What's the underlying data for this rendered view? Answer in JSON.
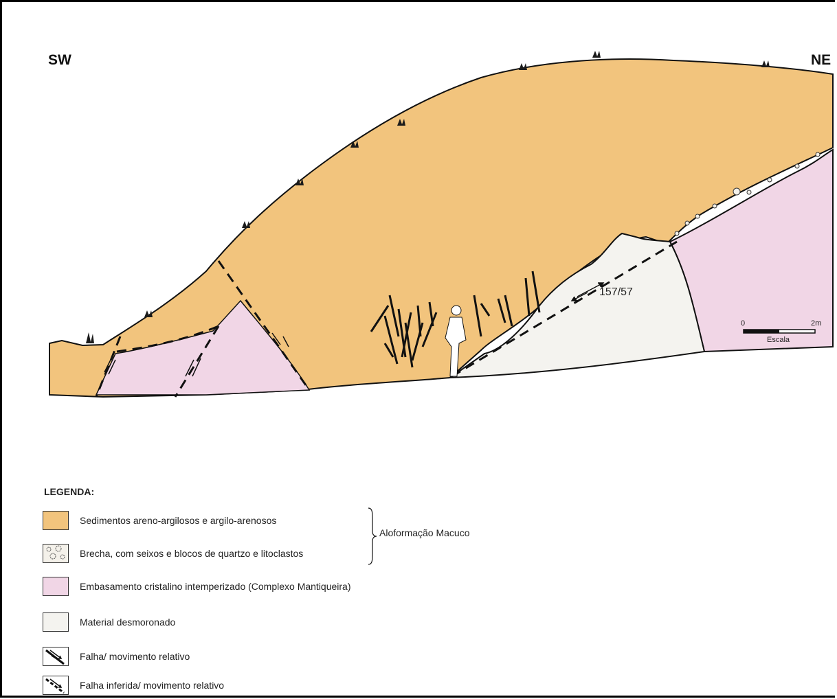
{
  "directions": {
    "left": "SW",
    "right": "NE"
  },
  "fault_measure": "157/57",
  "scale": {
    "zero": "0",
    "max": "2m",
    "label": "Escala"
  },
  "legend": {
    "title": "LEGENDA:",
    "group_label": "Aloformação Macuco",
    "items": [
      {
        "label": "Sedimentos areno-argilosos e argilo-arenosos",
        "color": "#f2c47d",
        "icon": "sediment-swatch"
      },
      {
        "label": "Brecha, com seixos e blocos de quartzo e litoclastos",
        "color": "#f4f1ea",
        "icon": "breccia-swatch"
      },
      {
        "label": "Embasamento cristalino intemperizado (Complexo Mantiqueira)",
        "color": "#f1d6e6",
        "icon": "basement-swatch"
      },
      {
        "label": "Material desmoronado",
        "color": "#f4f3ef",
        "icon": "collapsed-material-swatch"
      },
      {
        "label": "Falha/ movimento relativo",
        "color": "#ffffff",
        "icon": "fault-icon"
      },
      {
        "label": "Falha inferida/ movimento relativo",
        "color": "#ffffff",
        "icon": "inferred-fault-icon"
      }
    ]
  },
  "colors": {
    "sediment": "#f2c47d",
    "basement": "#f1d6e6",
    "collapsed": "#f4f3ef",
    "line": "#111111"
  }
}
